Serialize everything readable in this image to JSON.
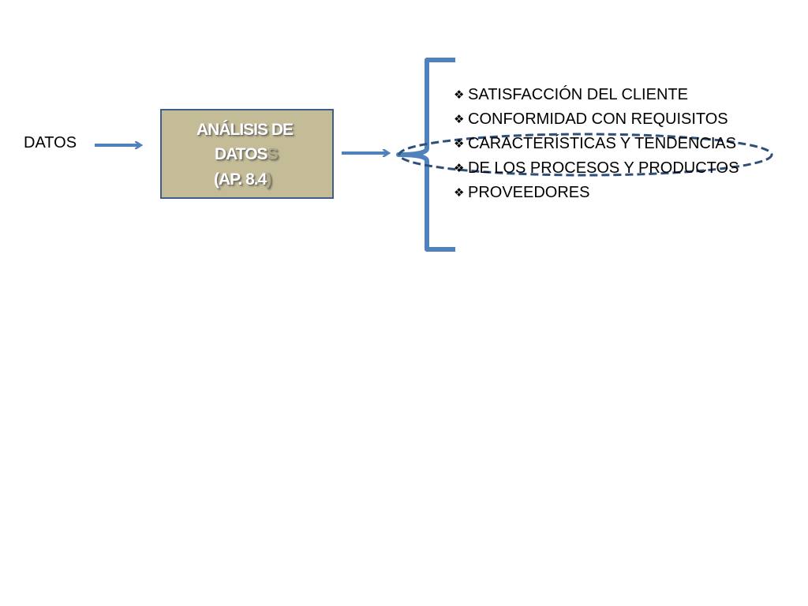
{
  "diagram": {
    "input_label": "DATOS",
    "process_box": {
      "line1": "ANÁLISIS DE",
      "line2_main": "DATOS",
      "line2_ghost": "S",
      "line3_main": "(AP. 8.4",
      "line3_ghost": ")"
    },
    "bullet_glyph": "❖",
    "outcomes": [
      "SATISFACCIÓN DEL CLIENTE",
      "CONFORMIDAD CON REQUISITOS",
      "CARACTERÍSTICAS Y TENDENCIAS",
      "DE LOS PROCESOS Y PRODUCTOS",
      "PROVEEDORES"
    ],
    "highlighted_outcomes": [
      2,
      3
    ],
    "colors": {
      "arrow": "#4f81bd",
      "bracket": "#4f81bd",
      "box_fill": "#c4bc97",
      "box_border": "#3f5f8a",
      "highlight_ellipse": "#2f4f7a"
    },
    "icons": {
      "bullet": "diamond-bullet-icon",
      "arrow": "right-arrow-icon",
      "bracket": "left-brace-icon"
    }
  }
}
